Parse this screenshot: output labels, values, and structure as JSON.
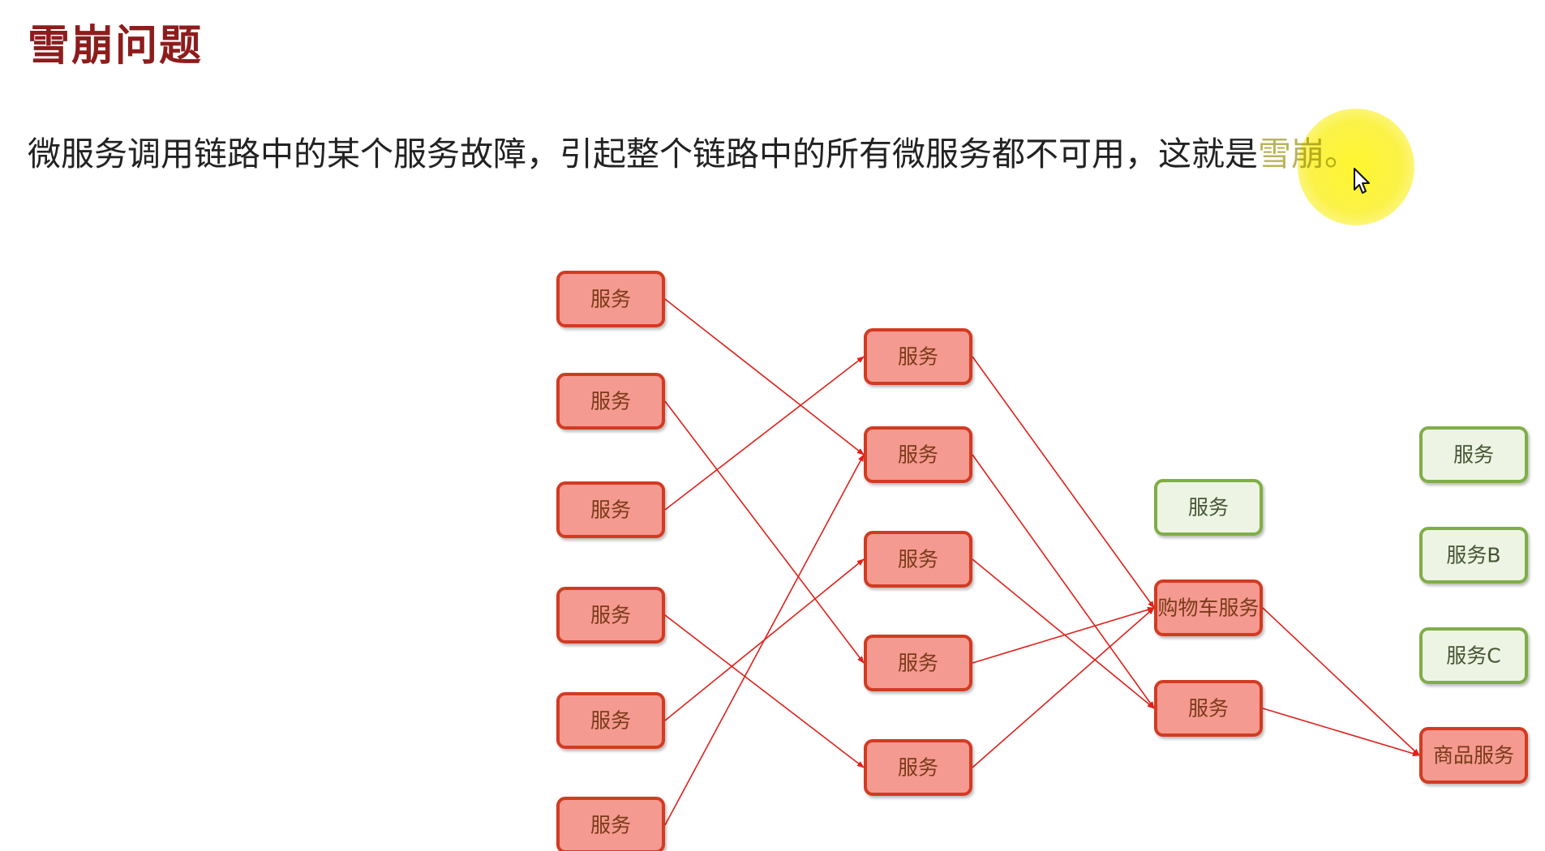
{
  "title": "雪崩问题",
  "description": {
    "text": "微服务调用链路中的某个服务故障，引起整个链路中的所有微服务都不可用，这就是",
    "highlight": "雪崩。"
  },
  "colors": {
    "failed_fill": "#f59a90",
    "failed_stroke": "#d23a22",
    "failed_label": "#7a3a1a",
    "healthy_fill": "#eef4e4",
    "healthy_stroke": "#7fae46",
    "healthy_label": "#445533",
    "edge": "#e0201a"
  },
  "diagram": {
    "nodes": [
      {
        "id": "c1_1",
        "label": "服务",
        "status": "failed"
      },
      {
        "id": "c1_2",
        "label": "服务",
        "status": "failed"
      },
      {
        "id": "c1_3",
        "label": "服务",
        "status": "failed"
      },
      {
        "id": "c1_4",
        "label": "服务",
        "status": "failed"
      },
      {
        "id": "c1_5",
        "label": "服务",
        "status": "failed"
      },
      {
        "id": "c1_6",
        "label": "服务",
        "status": "failed"
      },
      {
        "id": "c2_1",
        "label": "服务",
        "status": "failed"
      },
      {
        "id": "c2_2",
        "label": "服务",
        "status": "failed"
      },
      {
        "id": "c2_3",
        "label": "服务",
        "status": "failed"
      },
      {
        "id": "c2_4",
        "label": "服务",
        "status": "failed"
      },
      {
        "id": "c2_5",
        "label": "服务",
        "status": "failed"
      },
      {
        "id": "c3_top",
        "label": "服务",
        "status": "healthy"
      },
      {
        "id": "c3_cart",
        "label": "购物车服务",
        "status": "failed"
      },
      {
        "id": "c3_svc",
        "label": "服务",
        "status": "failed"
      },
      {
        "id": "c4_1",
        "label": "服务",
        "status": "healthy"
      },
      {
        "id": "c4_b",
        "label": "服务B",
        "status": "healthy"
      },
      {
        "id": "c4_c",
        "label": "服务C",
        "status": "healthy"
      },
      {
        "id": "c4_goods",
        "label": "商品服务",
        "status": "failed"
      }
    ],
    "edges": [
      {
        "from": "c1_1",
        "to": "c2_2"
      },
      {
        "from": "c1_2",
        "to": "c2_4"
      },
      {
        "from": "c1_3",
        "to": "c2_1"
      },
      {
        "from": "c1_4",
        "to": "c2_5"
      },
      {
        "from": "c1_5",
        "to": "c2_3"
      },
      {
        "from": "c1_6",
        "to": "c2_2"
      },
      {
        "from": "c2_1",
        "to": "c3_cart"
      },
      {
        "from": "c2_2",
        "to": "c3_svc"
      },
      {
        "from": "c2_3",
        "to": "c3_svc"
      },
      {
        "from": "c2_4",
        "to": "c3_cart"
      },
      {
        "from": "c2_5",
        "to": "c3_cart"
      },
      {
        "from": "c3_cart",
        "to": "c4_goods"
      },
      {
        "from": "c3_svc",
        "to": "c4_goods"
      }
    ]
  }
}
